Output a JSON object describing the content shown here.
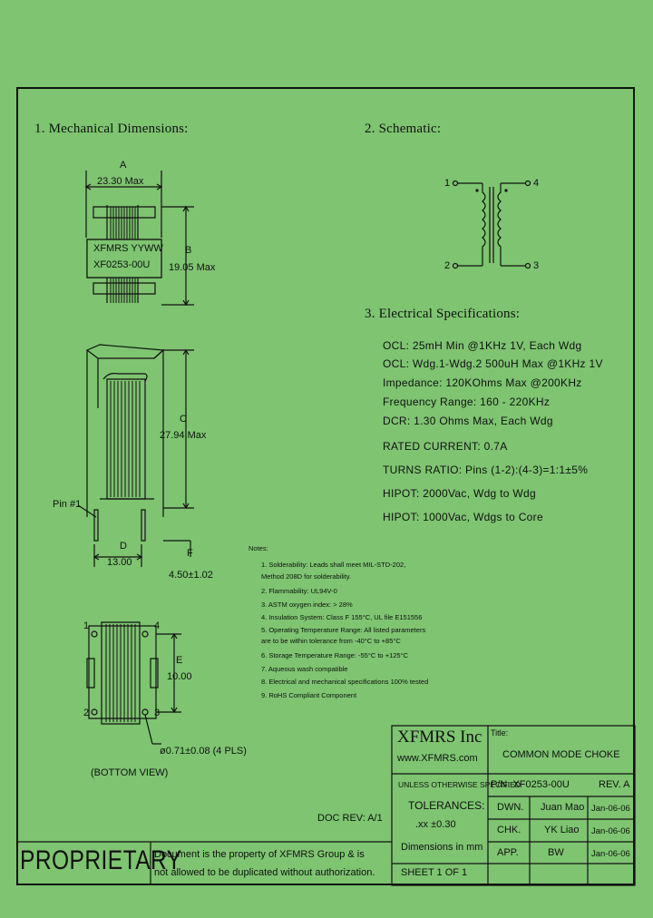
{
  "sections": {
    "mechanical_title": "1. Mechanical Dimensions:",
    "schematic_title": "2. Schematic:",
    "electrical_title": "3. Electrical Specifications:"
  },
  "dimensions": {
    "a_label": "A",
    "a_value": "23.30 Max",
    "b_label": "B",
    "b_value": "19.05 Max",
    "marking_line1": "XFMRS YYWW",
    "marking_line2": "XF0253-00U",
    "c_label": "C",
    "c_value": "27.94 Max",
    "pin1_label": "Pin #1",
    "d_label": "D",
    "d_value": "13.00",
    "f_label": "F",
    "f_value": "4.50±1.02",
    "e_label": "E",
    "e_value": "10.00",
    "pin_dia": "ø0.71±0.08 (4 PLS)",
    "bottom_view": "(BOTTOM VIEW)",
    "bv_pin1": "1",
    "bv_pin2": "2",
    "bv_pin3": "3",
    "bv_pin4": "4"
  },
  "schematic": {
    "pin1": "1",
    "pin2": "2",
    "pin3": "3",
    "pin4": "4"
  },
  "electrical": [
    "OCL: 25mH Min @1KHz 1V, Each Wdg",
    "OCL: Wdg.1-Wdg.2  500uH Max @1KHz 1V",
    "Impedance:  120KOhms Max @200KHz",
    "Frequency Range:  160 - 220KHz",
    "DCR: 1.30 Ohms Max, Each Wdg",
    "RATED CURRENT: 0.7A",
    "TURNS RATIO: Pins (1-2):(4-3)=1:1±5%",
    "HIPOT: 2000Vac, Wdg to Wdg",
    "HIPOT: 1000Vac, Wdgs to Core"
  ],
  "notes": {
    "title": "Notes:",
    "items": [
      "1. Solderability: Leads shall meet MIL-STD-202,",
      "    Method 208D for solderability.",
      "2. Flammability: UL94V-0",
      "3. ASTM oxygen index: > 28%",
      "4. Insulation System: Class F 155°C, UL file E151556",
      "5. Operating Temperature Range: All listed parameters",
      "    are to be within tolerance from -40°C to +85°C",
      "6. Storage Temperature Range: -55°C to +125°C",
      "7. Aqueous wash compatible",
      "8. Electrical and mechanical specifications 100% tested",
      "9. RoHS Compliant Component"
    ]
  },
  "title_block": {
    "company": "XFMRS Inc",
    "website": "www.XFMRS.com",
    "title_label": "Title:",
    "title_value": "COMMON MODE CHOKE",
    "tol_note": "UNLESS OTHERWISE SPECIFIED",
    "tolerances": "TOLERANCES:",
    "tol_value": ".xx ±0.30",
    "dims_in": "Dimensions in mm",
    "sheet": "SHEET 1 OF 1",
    "pn": "P/N: XF0253-00U",
    "rev": "REV. A",
    "dwn_label": "DWN.",
    "dwn_name": "Juan Mao",
    "dwn_date": "Jan-06-06",
    "chk_label": "CHK.",
    "chk_name": "YK Liao",
    "chk_date": "Jan-06-06",
    "app_label": "APP.",
    "app_name": "BW",
    "app_date": "Jan-06-06",
    "doc_rev": "DOC REV: A/1"
  },
  "proprietary": {
    "label": "PROPRIETARY",
    "line1": "Document is the property of XFMRS Group & is",
    "line2": "not allowed to be duplicated without authorization."
  }
}
